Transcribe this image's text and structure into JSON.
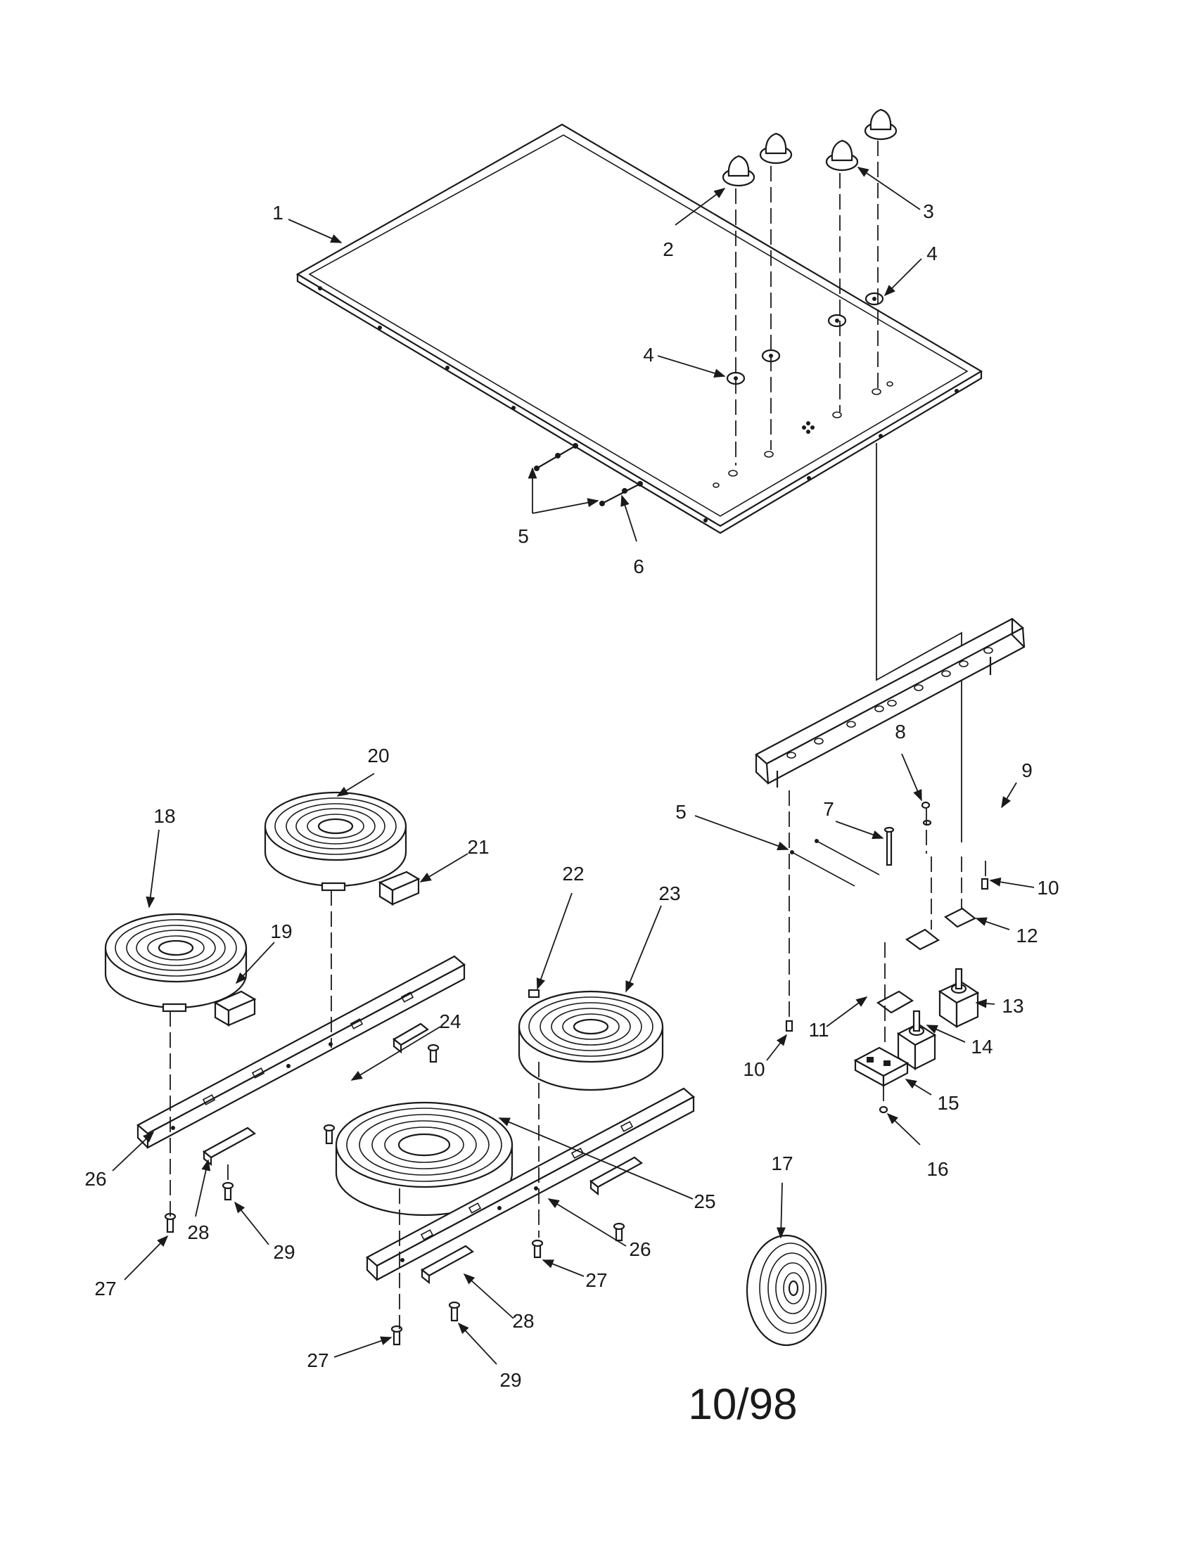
{
  "callouts": {
    "c1": "1",
    "c2": "2",
    "c3": "3",
    "c4a": "4",
    "c4b": "4",
    "c5a": "5",
    "c5b": "5",
    "c6": "6",
    "c7": "7",
    "c8": "8",
    "c9": "9",
    "c10a": "10",
    "c10b": "10",
    "c11": "11",
    "c12": "12",
    "c13": "13",
    "c14": "14",
    "c15": "15",
    "c16": "16",
    "c17": "17",
    "c18": "18",
    "c19": "19",
    "c20": "20",
    "c21": "21",
    "c22": "22",
    "c23": "23",
    "c24": "24",
    "c25": "25",
    "c26a": "26",
    "c26b": "26",
    "c27a": "27",
    "c27b": "27",
    "c27c": "27",
    "c28a": "28",
    "c28b": "28",
    "c29a": "29",
    "c29b": "29"
  },
  "date_code": "10/98"
}
